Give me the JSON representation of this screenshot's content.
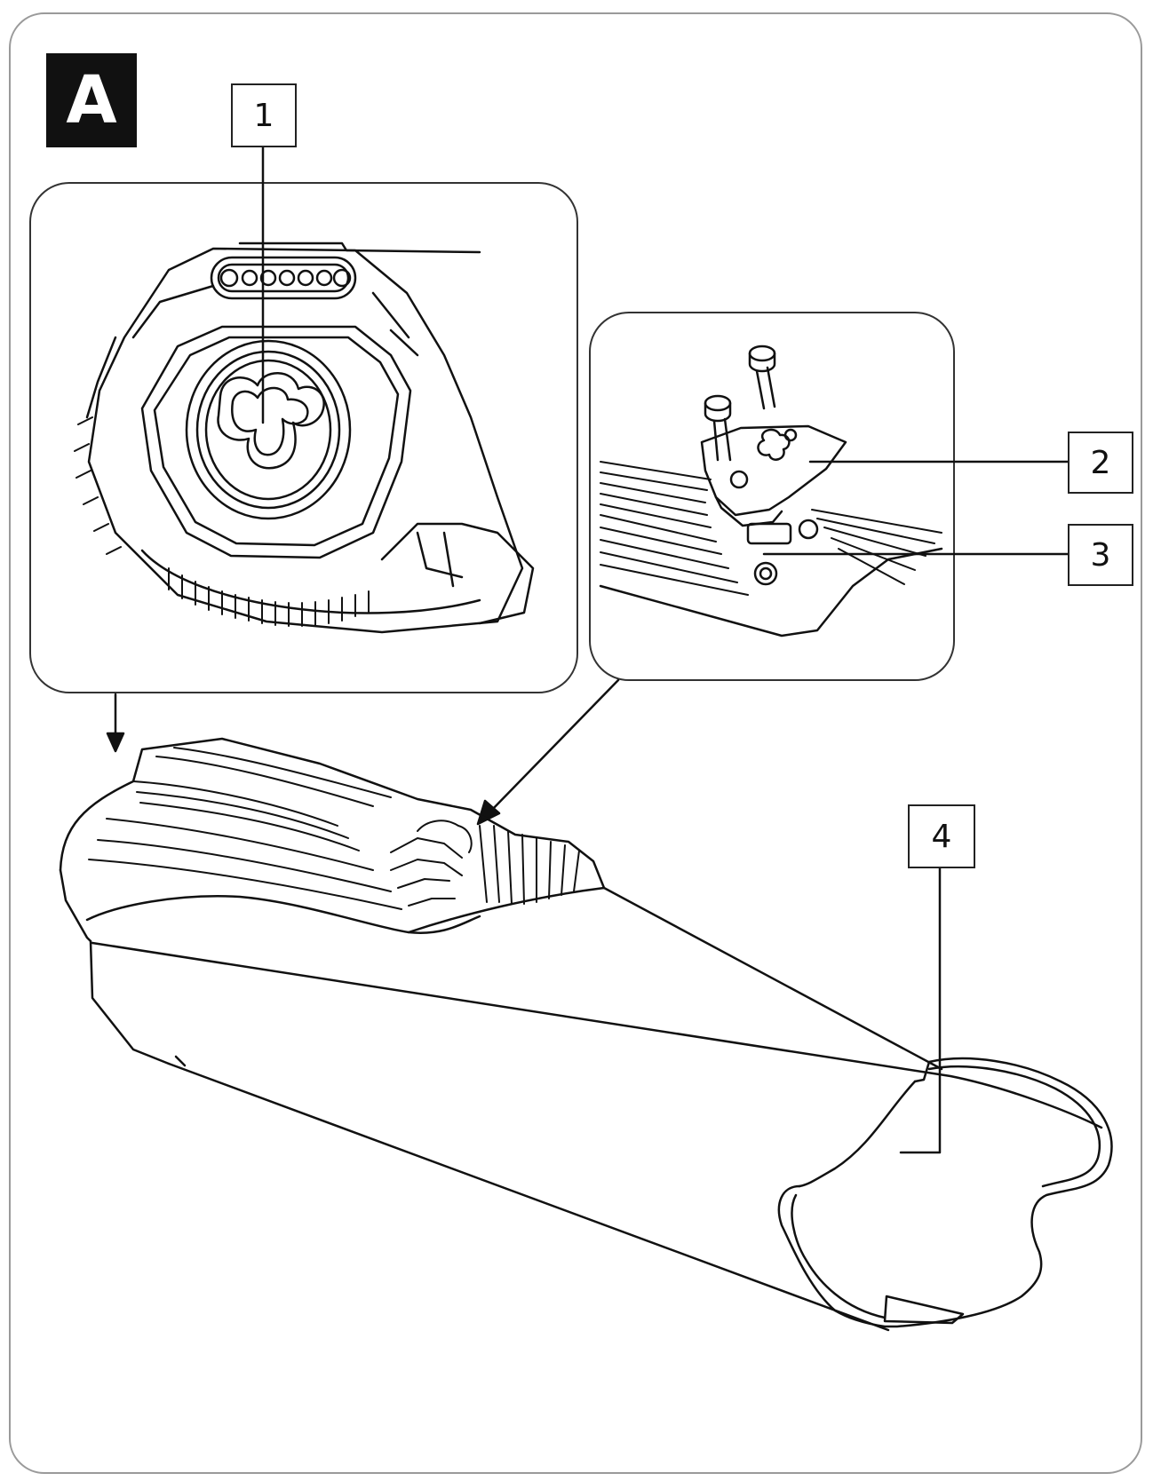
{
  "panel_label": "A",
  "callouts": {
    "c1": "1",
    "c2": "2",
    "c3": "3",
    "c4": "4"
  },
  "colors": {
    "ink": "#111111",
    "frame": "#9a9a9a",
    "badge": "#111111"
  }
}
